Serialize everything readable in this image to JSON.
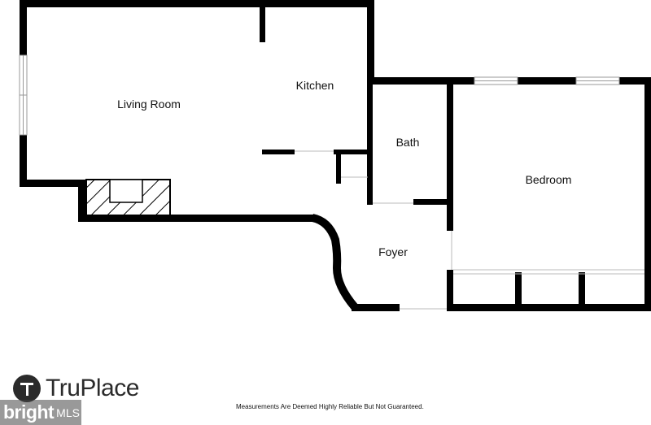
{
  "rooms": {
    "living_room": "Living Room",
    "kitchen": "Kitchen",
    "bath": "Bath",
    "bedroom": "Bedroom",
    "foyer": "Foyer"
  },
  "branding": {
    "truplace_logo": "TruPlace",
    "bright_logo": "bright",
    "mls_suffix": "MLS"
  },
  "footer": {
    "disclaimer": "Measurements Are Deemed Highly Reliable But Not Guaranteed."
  },
  "colors": {
    "wall": "#000000",
    "background": "#ffffff",
    "logo": "#2b2b2b"
  }
}
